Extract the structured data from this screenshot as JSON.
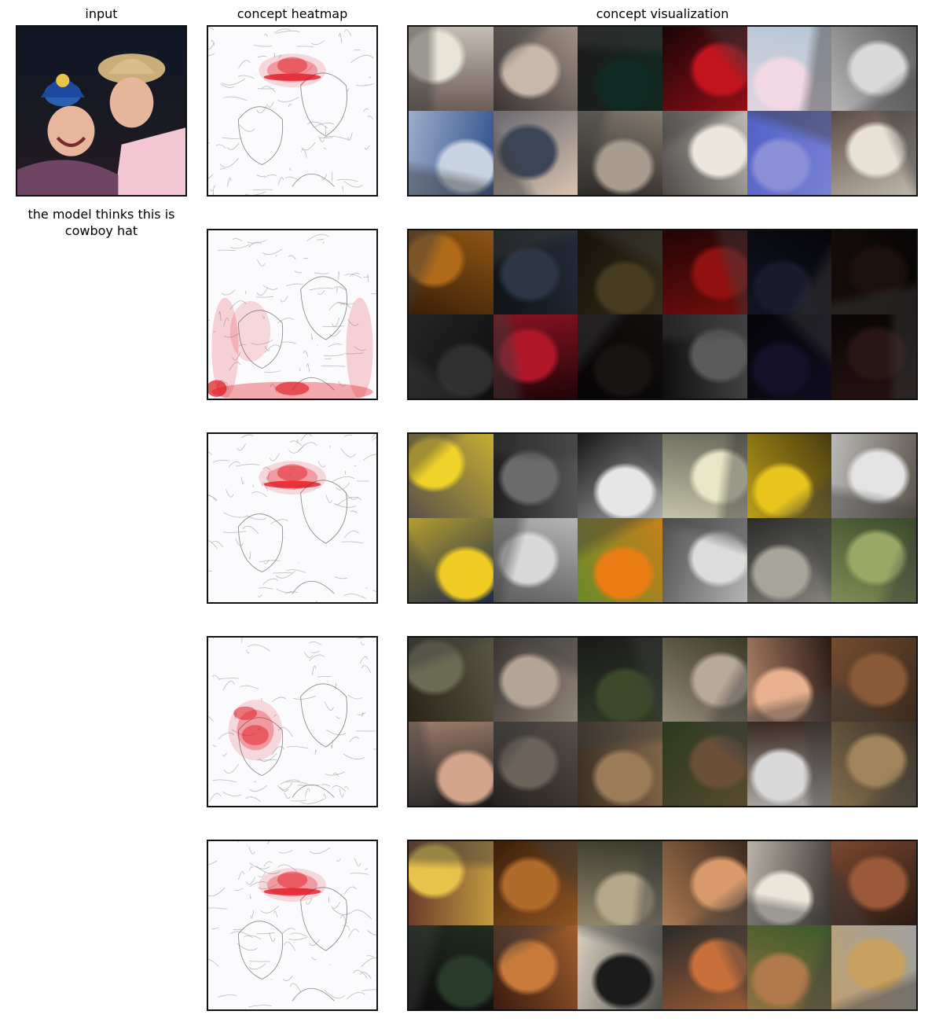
{
  "columns": {
    "input": "input",
    "heatmap": "concept heatmap",
    "visualization": "concept visualization"
  },
  "prediction_caption": "the model thinks this is cowboy hat",
  "concepts": [
    {
      "heatmap_focus": "hat",
      "tiles": [
        [
          "#e9e4d8",
          "#6b5d57"
        ],
        [
          "#c9b7a9",
          "#3a3432"
        ],
        [
          "#0f2a22",
          "#1c1c1c"
        ],
        [
          "#c2141e",
          "#1a0506"
        ],
        [
          "#f3d9e6",
          "#b5c7d6"
        ],
        [
          "#d9d9d9",
          "#5d5d5d"
        ],
        [
          "#c9d4e3",
          "#2d4d8a"
        ],
        [
          "#3c4457",
          "#d8c2ae"
        ],
        [
          "#a79c8e",
          "#2a2622"
        ],
        [
          "#ece7dd",
          "#4d4a48"
        ],
        [
          "#8a8fd6",
          "#5060c8"
        ],
        [
          "#e8e2d5",
          "#5b4c45"
        ]
      ]
    },
    {
      "heatmap_focus": "edges",
      "tiles": [
        [
          "#b06a1a",
          "#3a1f08"
        ],
        [
          "#2c3647",
          "#0f1215"
        ],
        [
          "#463c22",
          "#151109"
        ],
        [
          "#8f1111",
          "#230404"
        ],
        [
          "#1a1a2c",
          "#05050a"
        ],
        [
          "#1b100c",
          "#080505"
        ],
        [
          "#2f2f2f",
          "#0d0d0d"
        ],
        [
          "#b0182a",
          "#200508"
        ],
        [
          "#191414",
          "#050303"
        ],
        [
          "#5b5b5b",
          "#0e0e0e"
        ],
        [
          "#15102a",
          "#050408"
        ],
        [
          "#2a1515",
          "#0b0606"
        ]
      ]
    },
    {
      "heatmap_focus": "hat",
      "tiles": [
        [
          "#f0d22a",
          "#5a5248"
        ],
        [
          "#6b6b6b",
          "#1e1e1e"
        ],
        [
          "#e6e6e6",
          "#161616"
        ],
        [
          "#e8e6c6",
          "#6a6a5a"
        ],
        [
          "#e8c41c",
          "#4a3d10"
        ],
        [
          "#e3e3e3",
          "#5a544b"
        ],
        [
          "#efcb24",
          "#1e2b4b"
        ],
        [
          "#d8d8d8",
          "#5d5d5d"
        ],
        [
          "#e97d14",
          "#6a8a2a"
        ],
        [
          "#dcdcdc",
          "#505050"
        ],
        [
          "#a7a59a",
          "#2a2a2a"
        ],
        [
          "#9aa866",
          "#3a4a2a"
        ]
      ]
    },
    {
      "heatmap_focus": "face",
      "tiles": [
        [
          "#6b6b52",
          "#2a2418"
        ],
        [
          "#b3a596",
          "#3a3530"
        ],
        [
          "#3c4a2a",
          "#1a1a1a"
        ],
        [
          "#b8aa98",
          "#3b3a24"
        ],
        [
          "#e8b08e",
          "#2a1a14"
        ],
        [
          "#8a5a38",
          "#3b2a1c"
        ],
        [
          "#d2a48c",
          "#1b1b1b"
        ],
        [
          "#6b625a",
          "#26221f"
        ],
        [
          "#9b7c58",
          "#3b2f22"
        ],
        [
          "#6a5038",
          "#2a3a1c"
        ],
        [
          "#d8d8d8",
          "#3a2a22"
        ],
        [
          "#a0855c",
          "#3a3026"
        ]
      ]
    },
    {
      "heatmap_focus": "hat",
      "tiles": [
        [
          "#e8c24a",
          "#6a3a2a"
        ],
        [
          "#b06a2a",
          "#3a1f0a"
        ],
        [
          "#b5a78a",
          "#3a3a2a"
        ],
        [
          "#d89a6a",
          "#3b2a1c"
        ],
        [
          "#ece6da",
          "#3a3530"
        ],
        [
          "#9a5a3a",
          "#2a1a12"
        ],
        [
          "#2a3a2a",
          "#0b0b0b"
        ],
        [
          "#c87a3a",
          "#3a1a10"
        ],
        [
          "#1b1b1b",
          "#d8d0c0"
        ],
        [
          "#c8703a",
          "#2a2a2a"
        ],
        [
          "#b07a4a",
          "#3a5a2a"
        ],
        [
          "#c8a060",
          "#a0a0a0"
        ]
      ]
    }
  ]
}
